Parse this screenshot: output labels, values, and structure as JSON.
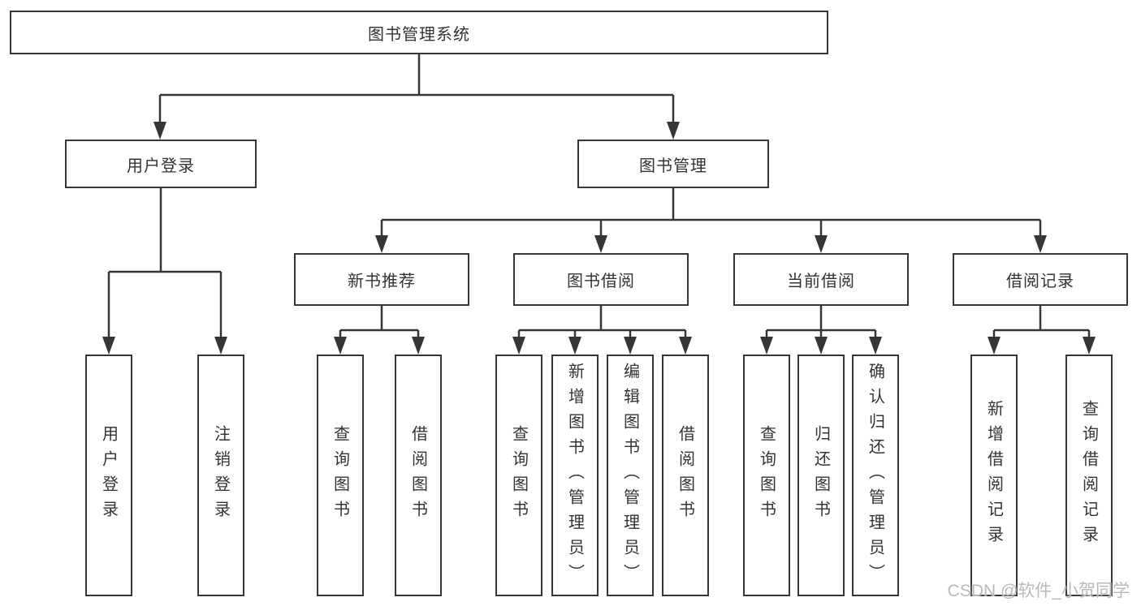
{
  "diagram": {
    "root": {
      "label": "图书管理系统"
    },
    "branches": [
      {
        "label": "用户登录",
        "children": [
          {
            "label": "用户登录"
          },
          {
            "label": "注销登录"
          }
        ]
      },
      {
        "label": "图书管理",
        "children": [
          {
            "label": "新书推荐",
            "children": [
              {
                "label": "查询图书"
              },
              {
                "label": "借阅图书"
              }
            ]
          },
          {
            "label": "图书借阅",
            "children": [
              {
                "label": "查询图书"
              },
              {
                "label": "新增图书（管理员）"
              },
              {
                "label": "编辑图书（管理员）"
              },
              {
                "label": "借阅图书"
              }
            ]
          },
          {
            "label": "当前借阅",
            "children": [
              {
                "label": "查询图书"
              },
              {
                "label": "归还图书"
              },
              {
                "label": "确认归还（管理员）"
              }
            ]
          },
          {
            "label": "借阅记录",
            "children": [
              {
                "label": "新增借阅记录"
              },
              {
                "label": "查询借阅记录"
              }
            ]
          }
        ]
      }
    ],
    "line_color": "#363636",
    "text_color": "#333333"
  },
  "watermark": {
    "text": "CSDN @软件_小贺同学",
    "color": "#b9b9b9"
  }
}
